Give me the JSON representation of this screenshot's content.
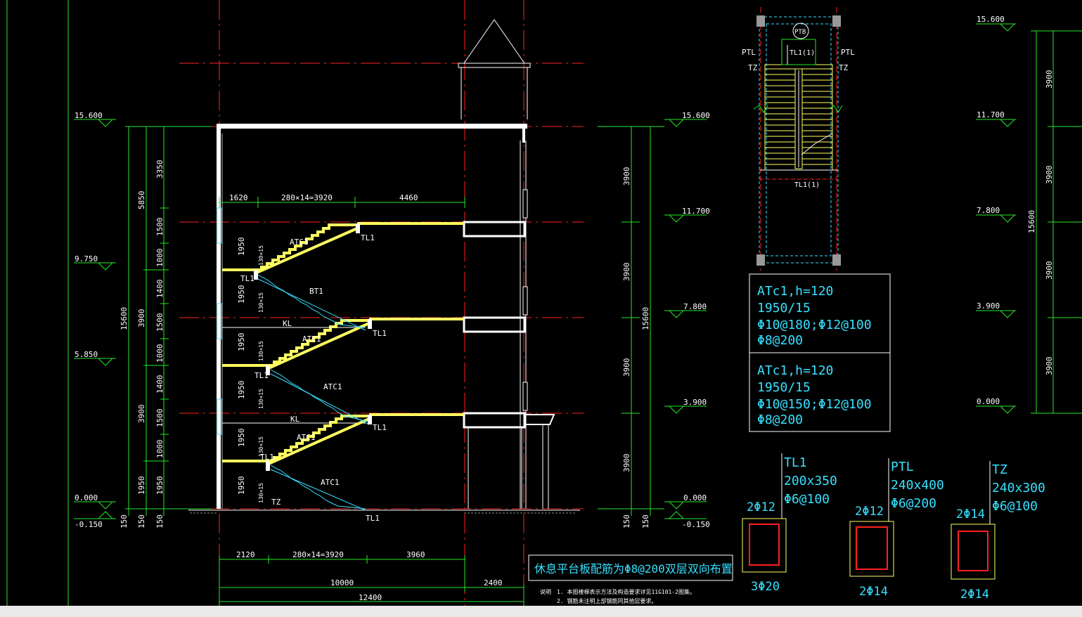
{
  "section": {
    "left_elevations": [
      "15.600",
      "9.750",
      "5.850",
      "0.000",
      "-0.150"
    ],
    "right_elevations": [
      "15.600",
      "11.700",
      "7.800",
      "3.900",
      "0.000",
      "-0.150"
    ],
    "left_dims_outer": [
      "15600"
    ],
    "left_dims_mid": [
      "5850",
      "3900",
      "3900",
      "1950",
      "150"
    ],
    "left_dims_inner": [
      "3350",
      "1500",
      "1000",
      "1400",
      "1500",
      "1000",
      "1400",
      "1500",
      "1000",
      "1950",
      "150"
    ],
    "right_dims_a": [
      "3900",
      "3900",
      "3900",
      "3900",
      "150"
    ],
    "right_dims_b": [
      "15600",
      "150"
    ],
    "top_dims": [
      "1620",
      "280×14=3920",
      "4460"
    ],
    "bottom_dims_1": [
      "2120",
      "280×14=3920",
      "3960"
    ],
    "bottom_dims_2": [
      "10000",
      "2400"
    ],
    "bottom_dims_3": [
      "12400"
    ],
    "flight_dims": [
      "1950",
      "1950",
      "1950",
      "1950",
      "1950",
      "1950",
      "130×15"
    ],
    "labels": {
      "atc1": "ATC1",
      "bt1": "BT1",
      "tl1": "TL1",
      "kl": "KL",
      "tz": "TZ"
    }
  },
  "plan": {
    "tags": {
      "ptb": "PTB",
      "ptl": "PTL",
      "tz": "TZ",
      "tl1_1": "TL1(1)"
    }
  },
  "spec_box": {
    "upper": [
      "ATc1,h=120",
      "1950/15",
      "Φ10@180;Φ12@100",
      "Φ8@200"
    ],
    "lower": [
      "ATc1,h=120",
      "1950/15",
      "Φ10@150;Φ12@100",
      "Φ8@200"
    ]
  },
  "far_right": {
    "elevations": [
      "15.600",
      "11.700",
      "7.800",
      "3.900",
      "0.000"
    ],
    "dims": [
      "3900",
      "3900",
      "3900",
      "3900"
    ],
    "total": "15600"
  },
  "beams": [
    {
      "name": "TL1",
      "size": "200x350",
      "stirrup": "Φ6@100",
      "top": "2Φ12",
      "bottom": "3Φ20"
    },
    {
      "name": "PTL",
      "size": "240x400",
      "stirrup": "Φ6@200",
      "top": "2Φ12",
      "bottom": "2Φ14"
    },
    {
      "name": "TZ",
      "size": "240x300",
      "stirrup": "Φ6@100",
      "top": "2Φ14",
      "bottom": "2Φ14"
    }
  ],
  "note_title": "休息平台板配筋为Φ8@200双层双向布置",
  "notes": {
    "head": "说明",
    "line1": "1. 本图楼梯表示方法及构造要求详见11G101-2图集。",
    "line2": "2. 钢筋未注明上部钢筋同其他层要求。"
  },
  "colors": {
    "green": "#25e825",
    "red": "#ff2020",
    "yellow": "#ffff60",
    "cyan": "#36e0ff",
    "white": "#ffffff"
  }
}
